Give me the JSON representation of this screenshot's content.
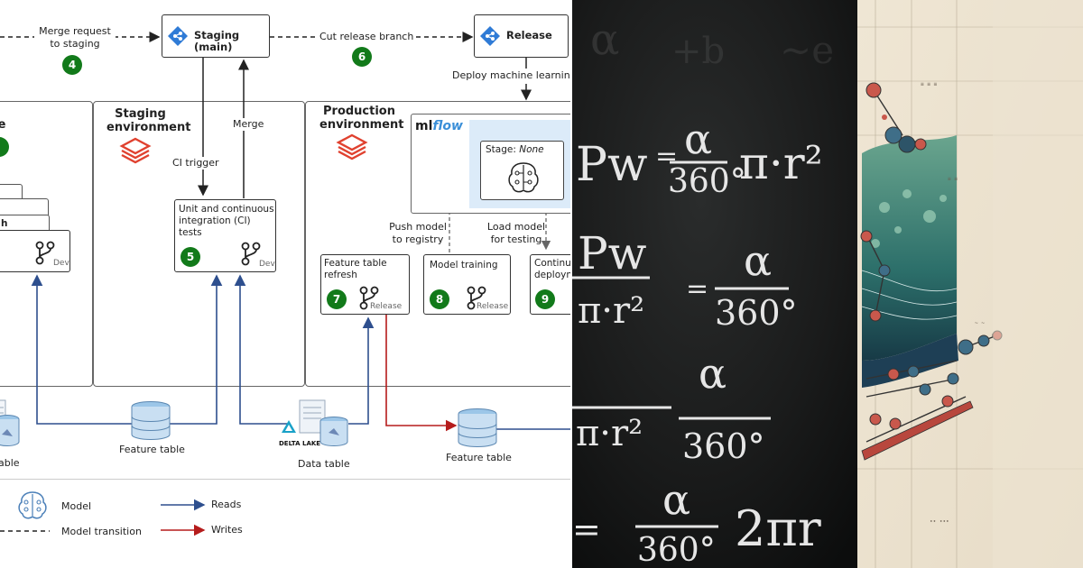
{
  "boxes": {
    "staging_branch": "Staging (main)",
    "release_branch": "Release",
    "ci_tests": "Unit and continuous integration (CI) tests",
    "ci_tag": "Dev",
    "left_partial_label": "h",
    "left_partial_tag": "Dev",
    "feature_refresh": "Feature table refresh",
    "feature_refresh_tag": "Release",
    "model_training": "Model training",
    "model_training_tag": "Release",
    "continuous_deploy": "Continuous deployment",
    "mlflow_stage_prefix": "Stage:",
    "mlflow_stage_value": "None"
  },
  "labels": {
    "merge_request": "Merge request to staging",
    "cut_release": "Cut release branch",
    "deploy_ml": "Deploy machine learning",
    "ci_trigger": "CI trigger",
    "merge": "Merge",
    "push_model": "Push model to registry",
    "load_model": "Load model for testing",
    "feature_table_1": "Feature table",
    "data_table": "Data table",
    "feature_table_2": "Feature table",
    "left_cut_label": "able",
    "left_env_fragment": "e",
    "delta_lake": "DELTA LAKE"
  },
  "environments": {
    "staging": "Staging environment",
    "production": "Production environment"
  },
  "steps": {
    "s4": "4",
    "s5": "5",
    "s6": "6",
    "s7": "7",
    "s8": "8",
    "s9": "9"
  },
  "mlflow": {
    "prefix": "ml",
    "suffix": "flow"
  },
  "legend": {
    "model": "Model",
    "model_transition": "Model transition",
    "reads": "Reads",
    "writes": "Writes"
  },
  "colors": {
    "step_green": "#127a1a",
    "reads_blue": "#2e4f8e",
    "writes_red": "#b51c1c",
    "databricks_red": "#e0412f",
    "cylinder_blue": "#9cc6e8",
    "mlflow_panel": "#dcebf9",
    "chalkboard": "#151616",
    "parchment": "#eee4d2"
  },
  "chalkboard": {
    "lines": [
      {
        "lhs": "Pw",
        "rhs_num": "α",
        "rhs_den": "360°",
        "tail": "π·r²"
      },
      {
        "lhs": "Pw",
        "mid": "= ",
        "rhs_num": "α",
        "rhs_den": "360°"
      },
      {
        "lhs": "π·r²",
        "rhs_num": "α",
        "rhs_den": "360°"
      },
      {
        "lhs": "=",
        "rhs_num": "α",
        "rhs_den": "360°",
        "tail": "2πr"
      }
    ]
  }
}
